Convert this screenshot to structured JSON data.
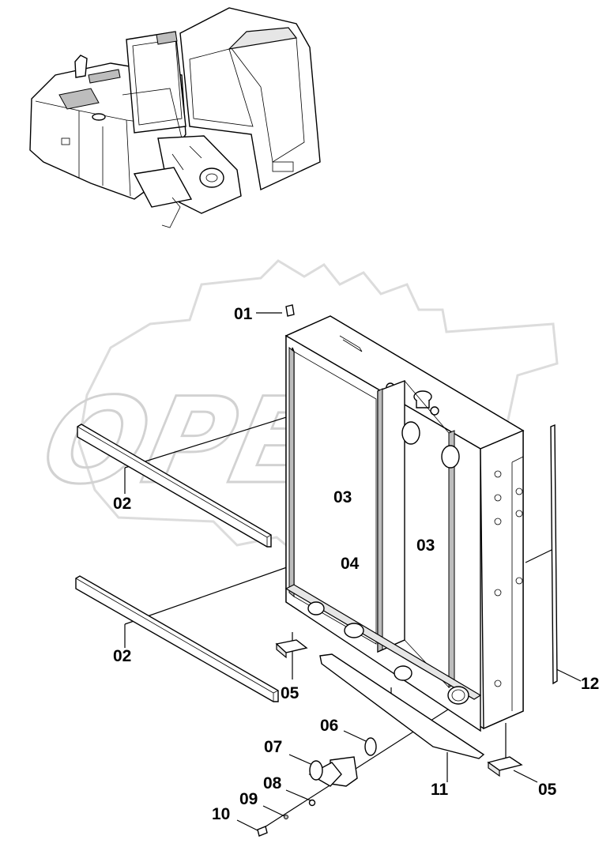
{
  "watermark": {
    "text": "OPEX"
  },
  "corner_mark": "",
  "callouts": [
    {
      "id": "c01a",
      "text": "01"
    },
    {
      "id": "c02a",
      "text": "02"
    },
    {
      "id": "c03a",
      "text": "03"
    },
    {
      "id": "c03b",
      "text": "03"
    },
    {
      "id": "c04a",
      "text": "04"
    },
    {
      "id": "c02b",
      "text": "02"
    },
    {
      "id": "c05a",
      "text": "05"
    },
    {
      "id": "c06a",
      "text": "06"
    },
    {
      "id": "c07a",
      "text": "07"
    },
    {
      "id": "c08a",
      "text": "08"
    },
    {
      "id": "c09a",
      "text": "09"
    },
    {
      "id": "c10a",
      "text": "10"
    },
    {
      "id": "c11a",
      "text": "11"
    },
    {
      "id": "c05b",
      "text": "05"
    },
    {
      "id": "c12a",
      "text": "12"
    }
  ]
}
